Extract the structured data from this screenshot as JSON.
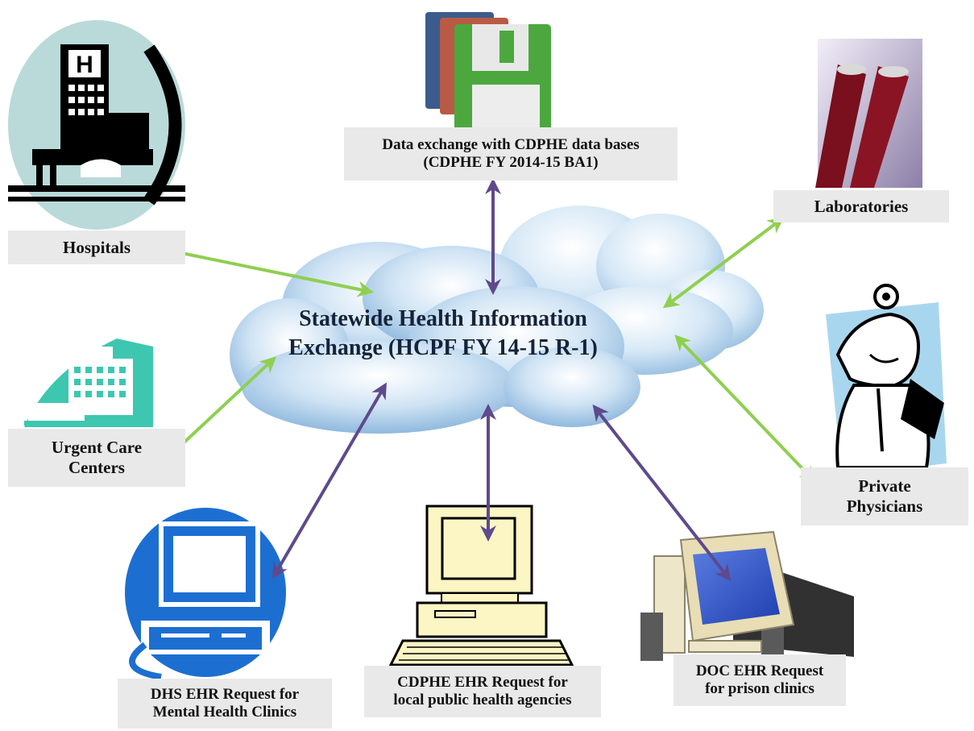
{
  "center": {
    "line1": "Statewide Health Information",
    "line2": "Exchange (HCPF FY 14-15 R-1)"
  },
  "nodes": {
    "data_exchange": {
      "line1": "Data exchange with CDPHE data bases",
      "line2": "(CDPHE FY 2014-15 BA1)"
    },
    "hospitals": {
      "line1": "Hospitals"
    },
    "laboratories": {
      "line1": "Laboratories"
    },
    "urgent_care": {
      "line1": "Urgent Care",
      "line2": "Centers"
    },
    "private_physicians": {
      "line1": "Private",
      "line2": "Physicians"
    },
    "dhs": {
      "line1": "DHS EHR Request for",
      "line2": "Mental Health Clinics"
    },
    "cdphe": {
      "line1": "CDPHE EHR Request for",
      "line2": "local public health agencies"
    },
    "doc": {
      "line1": "DOC EHR Request",
      "line2": "for prison clinics"
    }
  },
  "icons": {
    "hospital": "hospital-building-icon",
    "urgent_care": "urgent-care-building-icon",
    "floppy_disks": "floppy-disk-stack-icon",
    "test_tubes": "blood-test-tubes-icon",
    "doctor": "doctor-cartoon-icon",
    "dhs_computer": "blue-computer-icon",
    "cdphe_computer": "beige-computer-icon",
    "doc_computer": "desktop-computer-with-speakers-icon",
    "hospital_letter": "H"
  },
  "colors": {
    "green_arrow": "#8fcf50",
    "purple_arrow": "#5e4a8c",
    "label_bg": "#e9e9e9",
    "cloud": "#c4ddf2",
    "title": "#15233a"
  }
}
